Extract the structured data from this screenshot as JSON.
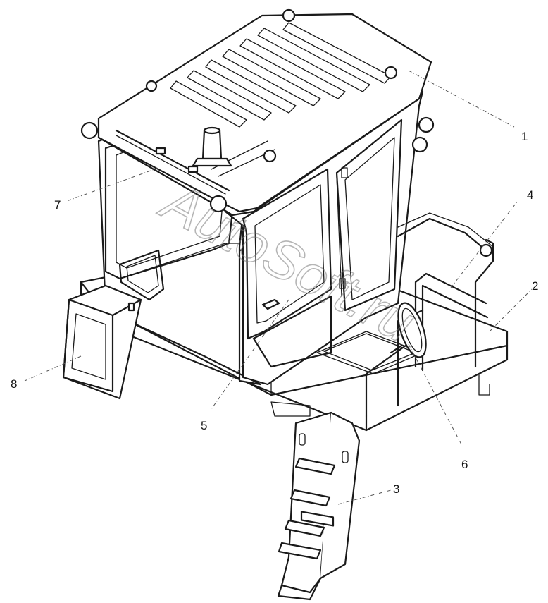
{
  "watermark": "AutoSoft.ru",
  "callouts": [
    "1",
    "2",
    "3",
    "4",
    "5",
    "6",
    "7",
    "8"
  ]
}
